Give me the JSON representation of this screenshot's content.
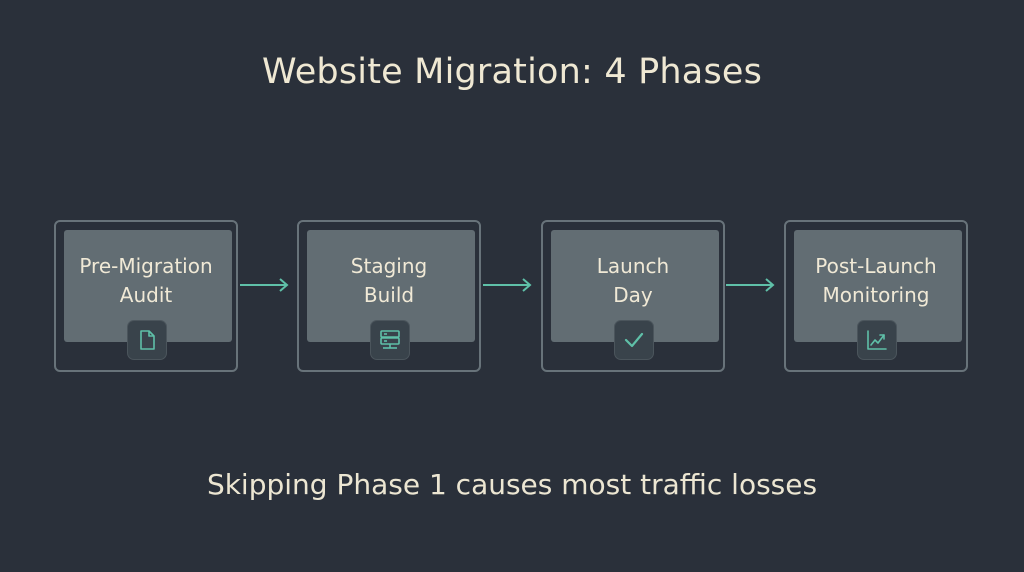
{
  "title": "Website Migration: 4 Phases",
  "phases": [
    {
      "line1": "Pre-Migration",
      "line2": "Audit",
      "icon": "document-icon"
    },
    {
      "line1": "Staging",
      "line2": "Build",
      "icon": "server-icon"
    },
    {
      "line1": "Launch",
      "line2": "Day",
      "icon": "checkmark-icon"
    },
    {
      "line1": "Post-Launch",
      "line2": "Monitoring",
      "icon": "trend-chart-icon"
    }
  ],
  "footer": "Skipping Phase 1 causes most traffic losses",
  "colors": {
    "background": "#2a303a",
    "box_fill": "#626d73",
    "box_border": "#68737a",
    "accent": "#5fc0a8",
    "text": "#ece6d2"
  }
}
